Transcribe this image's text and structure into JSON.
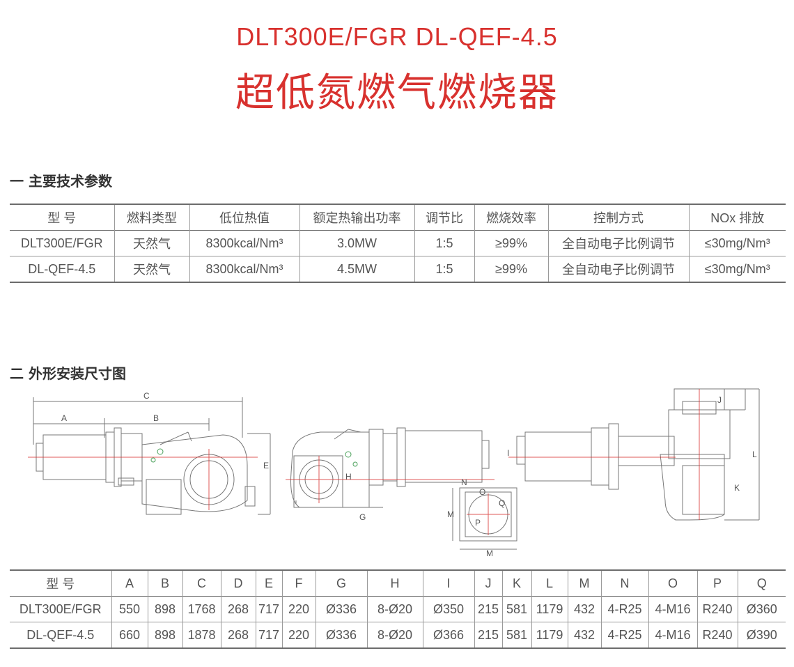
{
  "header": {
    "title_en": "DLT300E/FGR  DL-QEF-4.5",
    "title_cn": "超低氮燃气燃烧器"
  },
  "section1": {
    "heading": "一 主要技术参数",
    "table": {
      "headers": [
        "型 号",
        "燃料类型",
        "低位热值",
        "额定热输出功率",
        "调节比",
        "燃烧效率",
        "控制方式",
        "NOx 排放"
      ],
      "rows": [
        [
          "DLT300E/FGR",
          "天然气",
          "8300kcal/Nm³",
          "3.0MW",
          "1:5",
          "≥99%",
          "全自动电子比例调节",
          "≤30mg/Nm³"
        ],
        [
          "DL-QEF-4.5",
          "天然气",
          "8300kcal/Nm³",
          "4.5MW",
          "1:5",
          "≥99%",
          "全自动电子比例调节",
          "≤30mg/Nm³"
        ]
      ]
    }
  },
  "section2": {
    "heading": "二 外形安装尺寸图",
    "drawing_labels": {
      "A": "A",
      "B": "B",
      "C": "C",
      "E": "E",
      "G": "G",
      "H": "H",
      "I": "I",
      "J": "J",
      "K": "K",
      "L": "L",
      "M": "M",
      "N": "N",
      "O": "O",
      "P": "P",
      "Q": "Q"
    },
    "table": {
      "headers": [
        "型 号",
        "A",
        "B",
        "C",
        "D",
        "E",
        "F",
        "G",
        "H",
        "I",
        "J",
        "K",
        "L",
        "M",
        "N",
        "O",
        "P",
        "Q"
      ],
      "rows": [
        [
          "DLT300E/FGR",
          "550",
          "898",
          "1768",
          "268",
          "717",
          "220",
          "Ø336",
          "8-Ø20",
          "Ø350",
          "215",
          "581",
          "1179",
          "432",
          "4-R25",
          "4-M16",
          "R240",
          "Ø360"
        ],
        [
          "DL-QEF-4.5",
          "660",
          "898",
          "1878",
          "268",
          "717",
          "220",
          "Ø336",
          "8-Ø20",
          "Ø366",
          "215",
          "581",
          "1179",
          "432",
          "4-R25",
          "4-M16",
          "R240",
          "Ø390"
        ]
      ]
    }
  },
  "colors": {
    "title": "#d8312e",
    "text": "#4a4a4a",
    "line": "#6c6c6c",
    "drawing_line": "#777777",
    "drawing_accent": "#d8312e",
    "drawing_green": "#4aa05a"
  }
}
